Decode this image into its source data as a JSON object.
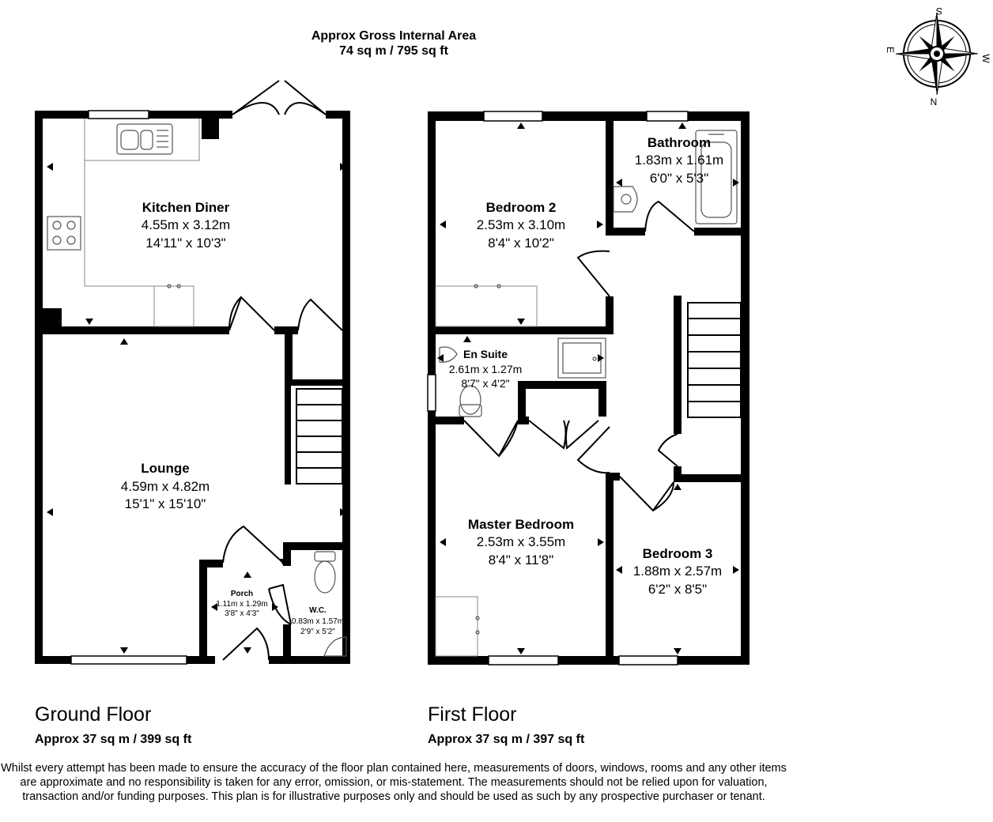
{
  "gross_area": {
    "title": "Approx Gross Internal Area",
    "value": "74 sq m / 795 sq ft"
  },
  "compass": {
    "north": "N",
    "south": "S",
    "east": "E",
    "west": "W"
  },
  "ground_floor": {
    "title": "Ground Floor",
    "area": "Approx 37 sq m / 399 sq ft",
    "rooms": {
      "kitchen": {
        "name": "Kitchen Diner",
        "metric": "4.55m x 3.12m",
        "imperial": "14'11\" x 10'3\""
      },
      "lounge": {
        "name": "Lounge",
        "metric": "4.59m x 4.82m",
        "imperial": "15'1\" x 15'10\""
      },
      "porch": {
        "name": "Porch",
        "metric": "1.11m x 1.29m",
        "imperial": "3'8\" x 4'3\""
      },
      "wc": {
        "name": "W.C.",
        "metric": "0.83m x 1.57m",
        "imperial": "2'9\" x 5'2\""
      }
    }
  },
  "first_floor": {
    "title": "First Floor",
    "area": "Approx 37 sq m / 397 sq ft",
    "rooms": {
      "bedroom2": {
        "name": "Bedroom 2",
        "metric": "2.53m x 3.10m",
        "imperial": "8'4\" x 10'2\""
      },
      "bathroom": {
        "name": "Bathroom",
        "metric": "1.83m x 1.61m",
        "imperial": "6'0\" x 5'3\""
      },
      "ensuite": {
        "name": "En Suite",
        "metric": "2.61m x 1.27m",
        "imperial": "8'7\" x 4'2\""
      },
      "master": {
        "name": "Master Bedroom",
        "metric": "2.53m x 3.55m",
        "imperial": "8'4\" x 11'8\""
      },
      "bedroom3": {
        "name": "Bedroom 3",
        "metric": "1.88m x 2.57m",
        "imperial": "6'2\" x 8'5\""
      }
    }
  },
  "disclaimer": "Whilst every attempt has been made to ensure the accuracy of the floor plan contained here, measurements of doors, windows, rooms and any other items are approximate and no responsibility is taken for any error, omission, or mis-statement. The measurements should not be relied upon for valuation, transaction and/or funding purposes. This plan is for illustrative purposes only and should be used as such by any prospective purchaser or tenant."
}
